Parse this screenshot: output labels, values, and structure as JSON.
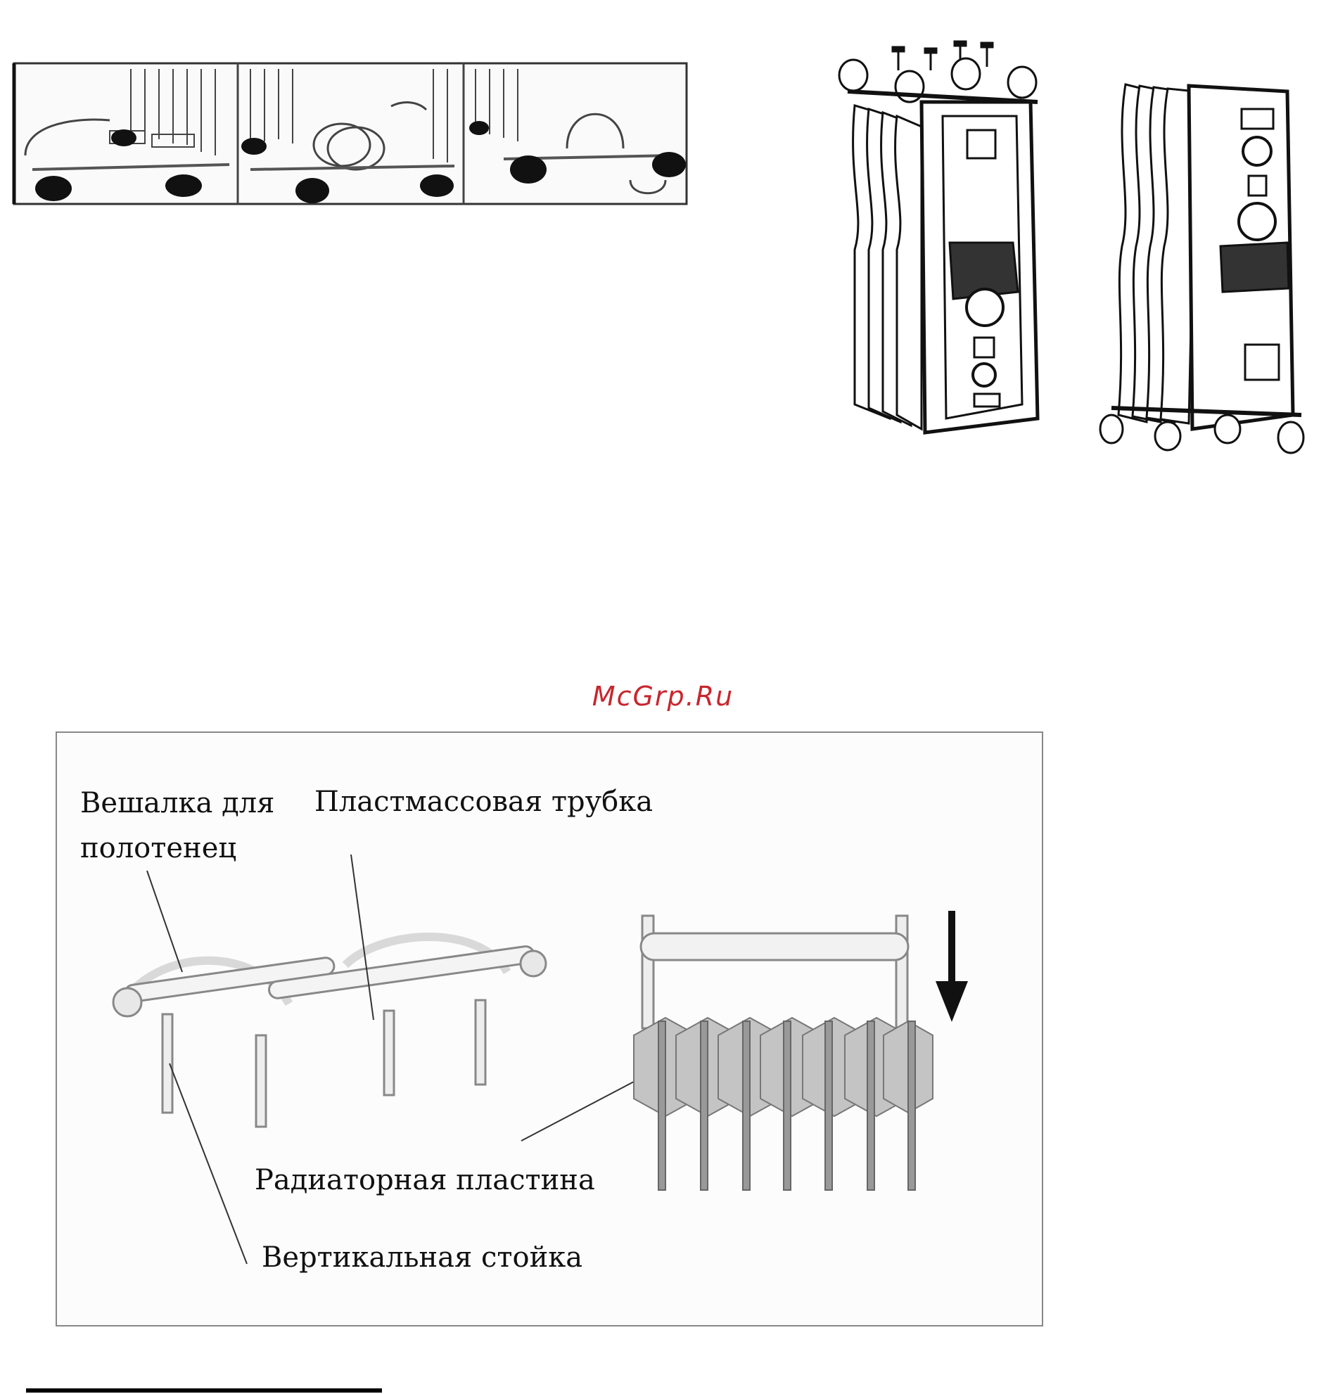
{
  "watermark": {
    "text": "McGrp.Ru",
    "color": "#c8262e"
  },
  "labels": {
    "towel_rack_line1": "Вешалка для",
    "towel_rack_line2": "полотенец",
    "plastic_tube": "Пластмассовая трубка",
    "radiator_plate": "Радиаторная пластина",
    "vertical_post": "Вертикальная стойка"
  },
  "icons": [
    "down-arrow-icon"
  ]
}
